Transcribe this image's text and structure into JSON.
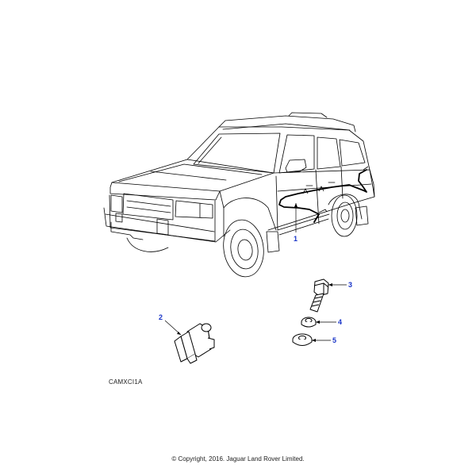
{
  "callouts": [
    "1",
    "2",
    "3",
    "4",
    "5"
  ],
  "illustration_code": "CAMXCI1A",
  "copyright": "© Copyright, 2016. Jaguar Land Rover Limited.",
  "colors": {
    "callout": "#1a35c8",
    "line": "#000000",
    "harness": "#000000"
  }
}
